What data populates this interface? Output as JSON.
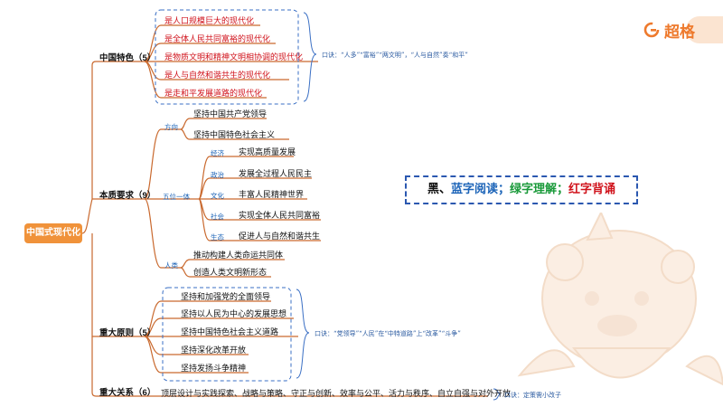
{
  "brand": {
    "name": "超格",
    "logo_icon": "g-logo-icon",
    "color": "#ee7a2d"
  },
  "legend": {
    "black": "黑、",
    "blue": "蓝字阅读；",
    "green": "绿字理解；",
    "red": "红字背诵"
  },
  "root": {
    "label": "中国式现代化"
  },
  "branches": {
    "features": {
      "label": "中国特色（5）",
      "items": [
        "是人口规模巨大的现代化",
        "是全体人民共同富裕的现代化",
        "是物质文明和精神文明相协调的现代化",
        "是人与自然和谐共生的现代化",
        "是走和平发展道路的现代化"
      ],
      "note": "口诀：“人多”“富裕”“两文明”，“人与自然”奏“和平”"
    },
    "requirements": {
      "label": "本质要求（9）",
      "direction": {
        "tag": "方向",
        "items": [
          "坚持中国共产党领导",
          "坚持中国特色社会主义"
        ]
      },
      "five": {
        "tag": "五位一体",
        "items": [
          {
            "tag": "经济",
            "text": "实现高质量发展"
          },
          {
            "tag": "政治",
            "text": "发展全过程人民民主"
          },
          {
            "tag": "文化",
            "text": "丰富人民精神世界"
          },
          {
            "tag": "社会",
            "text": "实现全体人民共同富裕"
          },
          {
            "tag": "生态",
            "text": "促进人与自然和谐共生"
          }
        ]
      },
      "mankind": {
        "tag": "人类",
        "items": [
          "推动构建人类命运共同体",
          "创造人类文明新形态"
        ]
      }
    },
    "principles": {
      "label": "重大原则（5）",
      "items": [
        "坚持和加强党的全面领导",
        "坚持以人民为中心的发展思想",
        "坚持中国特色社会主义道路",
        "坚持深化改革开放",
        "坚持发扬斗争精神"
      ],
      "note": "口诀：“党领导”“人民”在“中特道路”上“改革”“斗争”"
    },
    "relations": {
      "label": "重大关系（6）",
      "text": "顶层设计与实践探索、战略与策略、守正与创新、效率与公平、活力与秩序、自立自强与对外开放",
      "note": "口诀：定策需小改子"
    }
  },
  "colors": {
    "line": "#c9692e",
    "dash": "#3a6fc4",
    "red": "#d0121b",
    "blue": "#1c64b8",
    "green": "#1a9a3a",
    "root": "#f0923a"
  }
}
